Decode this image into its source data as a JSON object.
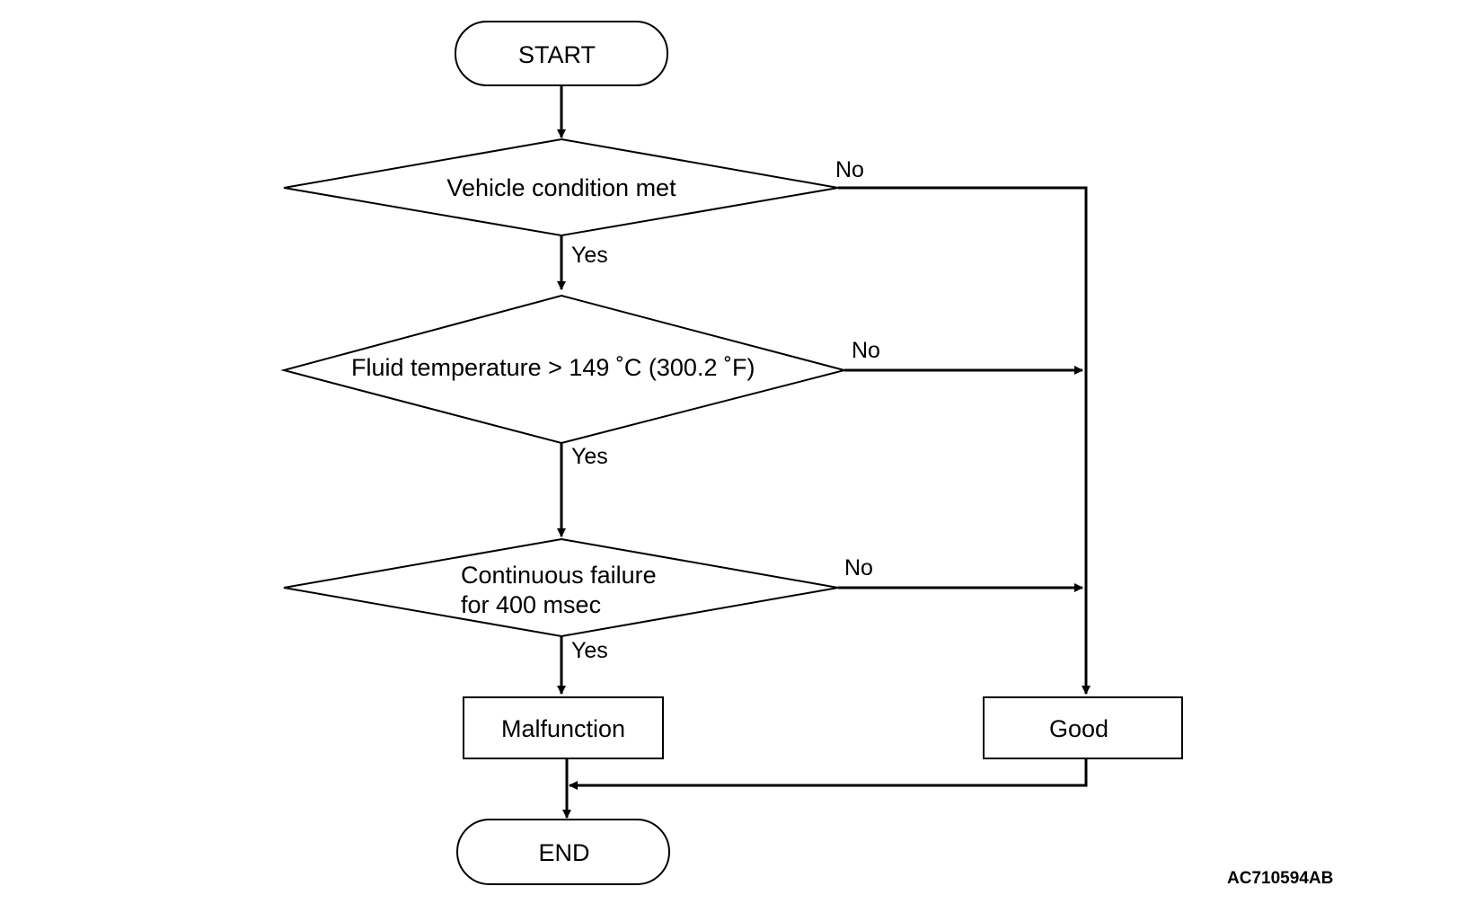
{
  "flowchart": {
    "start": "START",
    "end": "END",
    "decisions": [
      {
        "lines": [
          "Vehicle condition met"
        ],
        "yes_label": "Yes",
        "no_label": "No"
      },
      {
        "lines": [
          "Fluid temperature > 149 ˚C (300.2 ˚F)"
        ],
        "yes_label": "Yes",
        "no_label": "No"
      },
      {
        "lines": [
          "Continuous failure",
          "for 400 msec"
        ],
        "yes_label": "Yes",
        "no_label": "No"
      }
    ],
    "outcomes": {
      "malfunction": "Malfunction",
      "good": "Good"
    }
  },
  "figure_id": "AC710594AB"
}
